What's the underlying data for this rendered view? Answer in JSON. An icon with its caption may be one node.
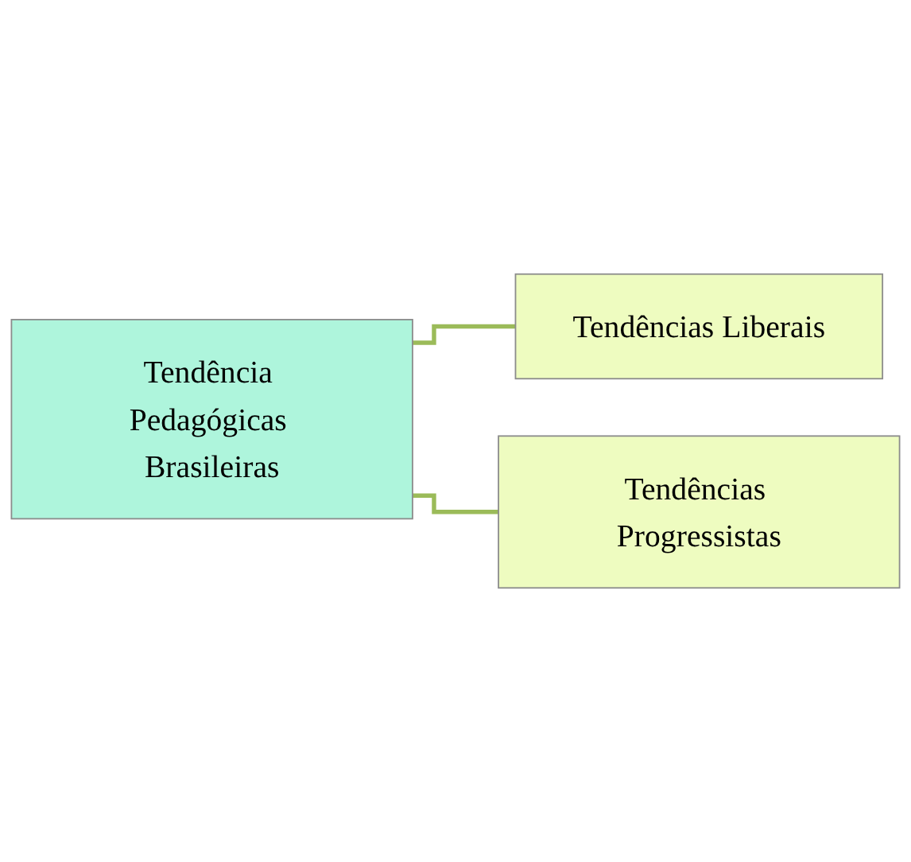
{
  "diagram": {
    "nodes": [
      {
        "text": [
          "Tendência Pedagógicas Brasileiras"
        ]
      },
      {
        "text": [
          "Tendências Liberais"
        ]
      },
      {
        "text": [
          "Tendências Progressistas"
        ]
      }
    ],
    "edges": [
      {
        "from": 0,
        "to": 1,
        "arrow": "none"
      },
      {
        "from": 0,
        "to": 2,
        "arrow": "none"
      }
    ]
  }
}
